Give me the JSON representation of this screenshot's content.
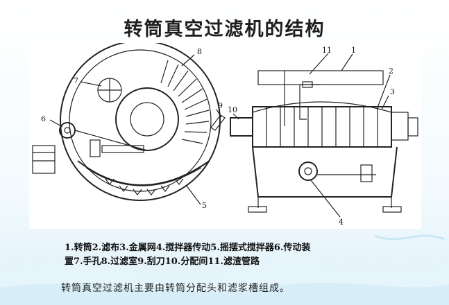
{
  "title": "转筒真空过滤机的结构",
  "legend": {
    "line1": "1.转筒2.滤布3.金属网4.搅拌器传动5.摇摆式搅拌器6.传动装",
    "line2": "置7.手孔8.过滤室9.刮刀10.分配间11.滤渣管路"
  },
  "caption": "转筒真空过滤机主要由转筒分配头和滤浆槽组成。",
  "callouts": {
    "n1": "1",
    "n2": "2",
    "n3": "3",
    "n4": "4",
    "n5": "5",
    "n6": "6",
    "n7": "7",
    "n8": "8",
    "n9": "9",
    "n10": "10",
    "n11": "11"
  },
  "colors": {
    "background_bottom": "#dff1f9",
    "ink": "#222222"
  }
}
